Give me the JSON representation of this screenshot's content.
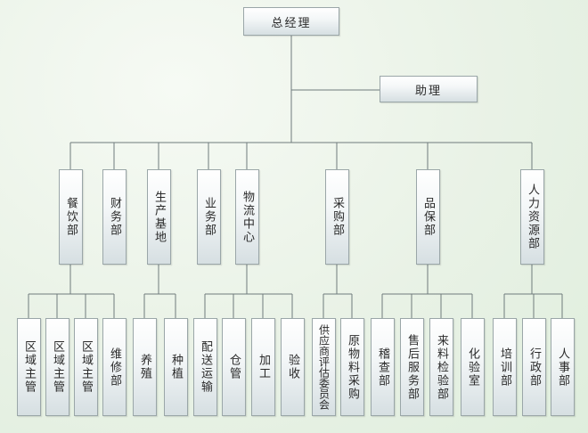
{
  "org": {
    "ceo": "总经理",
    "assistant": "助理",
    "departments": [
      {
        "name": "餐饮部",
        "children": [
          "区域主管",
          "区域主管",
          "区域主管",
          "维修部"
        ]
      },
      {
        "name": "财务部",
        "children": []
      },
      {
        "name": "生产基地",
        "children": [
          "养殖",
          "种植"
        ]
      },
      {
        "name": "业务部",
        "children": []
      },
      {
        "name": "物流中心",
        "children": [
          "配送运输",
          "仓管",
          "加工",
          "验收"
        ]
      },
      {
        "name": "采购部",
        "children": [
          "供应商评估委员会",
          "原物料采购"
        ]
      },
      {
        "name": "品保部",
        "children": [
          "稽查部",
          "售后服务部",
          "来料检验部",
          "化验室"
        ]
      },
      {
        "name": "人力资源部",
        "children": [
          "培训部",
          "行政部",
          "人事部"
        ]
      }
    ]
  },
  "colors": {
    "line": "#6f7b7c",
    "box_border": "#9aa6a8",
    "text": "#2a2a2a"
  }
}
